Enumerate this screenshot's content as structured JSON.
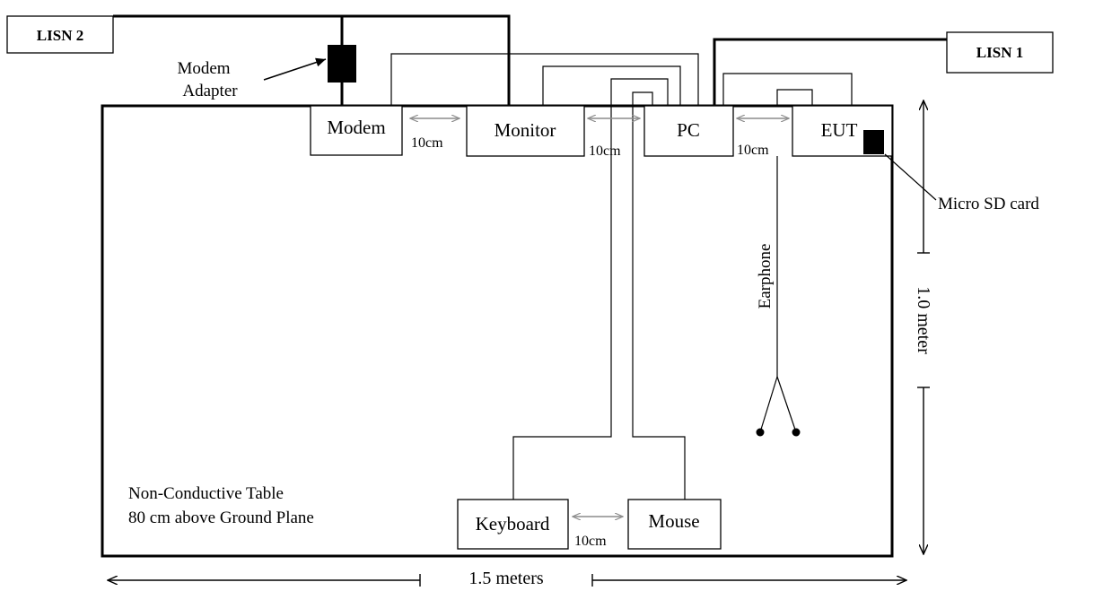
{
  "labels": {
    "lisn2": "LISN 2",
    "lisn1": "LISN 1",
    "modem_adapter_line1": "Modem",
    "modem_adapter_line2": "Adapter",
    "modem": "Modem",
    "monitor": "Monitor",
    "pc": "PC",
    "eut": "EUT",
    "keyboard": "Keyboard",
    "mouse": "Mouse",
    "micro_sd": "Micro SD card",
    "earphone": "Earphone",
    "spacing_modem_monitor": "10cm",
    "spacing_monitor_pc": "10cm",
    "spacing_pc_eut": "10cm",
    "spacing_keyboard_mouse": "10cm",
    "table_line1": "Non-Conductive Table",
    "table_line2": "80 cm above Ground Plane",
    "width_dim": "1.5 meters",
    "height_dim": "1.0 meter"
  }
}
